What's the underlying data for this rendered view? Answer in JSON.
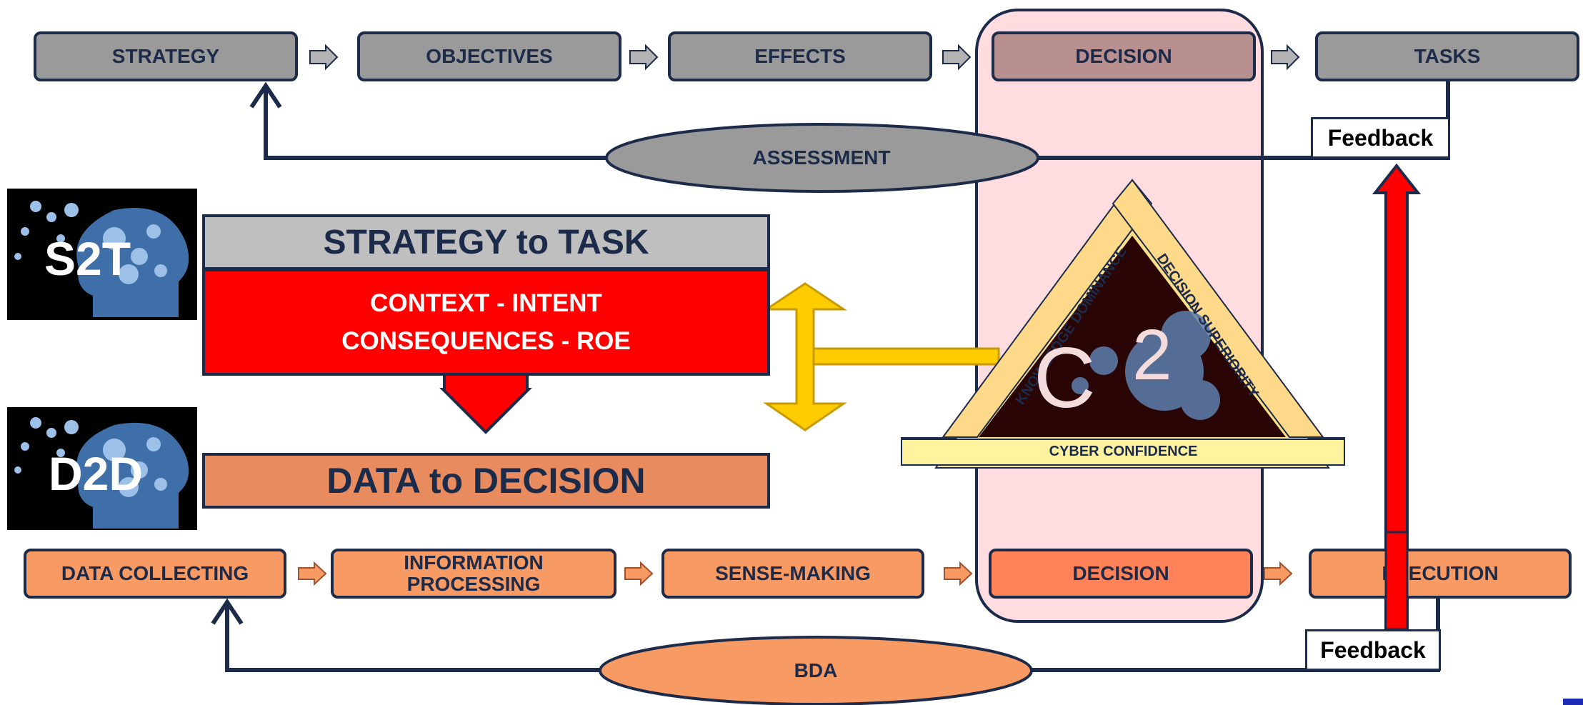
{
  "top_row": [
    "STRATEGY",
    "OBJECTIVES",
    "EFFECTS",
    "DECISION",
    "TASKS"
  ],
  "bottom_row": [
    {
      "line1": "DATA COLLECTING",
      "line2": ""
    },
    {
      "line1": "INFORMATION",
      "line2": "PROCESSING"
    },
    {
      "line1": "SENSE-MAKING",
      "line2": ""
    },
    {
      "line1": "DECISION",
      "line2": ""
    },
    {
      "line1": "EXECUTION",
      "line2": ""
    }
  ],
  "assessment": "ASSESSMENT",
  "bda": "BDA",
  "feedback_top": "Feedback",
  "feedback_bottom": "Feedback",
  "s2t": {
    "code": "S2T",
    "title": "STRATEGY to TASK",
    "line1": "CONTEXT - INTENT",
    "line2": "CONSEQUENCES - ROE"
  },
  "d2d": {
    "code": "D2D",
    "title": "DATA to DECISION"
  },
  "triangle": {
    "left": "KNOWLEDGE DOMINANCE",
    "right": "DECISION SUPERIORITY",
    "base": "CYBER CONFIDENCE",
    "center_letter": "C",
    "center_exponent": "2"
  },
  "colors": {
    "navy": "#1d2b4a",
    "gray": "#9a9a9a",
    "orange": "#f79a63",
    "red": "#ff0000",
    "gold": "#ffcc00",
    "pink_band": "#ffdcdf"
  }
}
